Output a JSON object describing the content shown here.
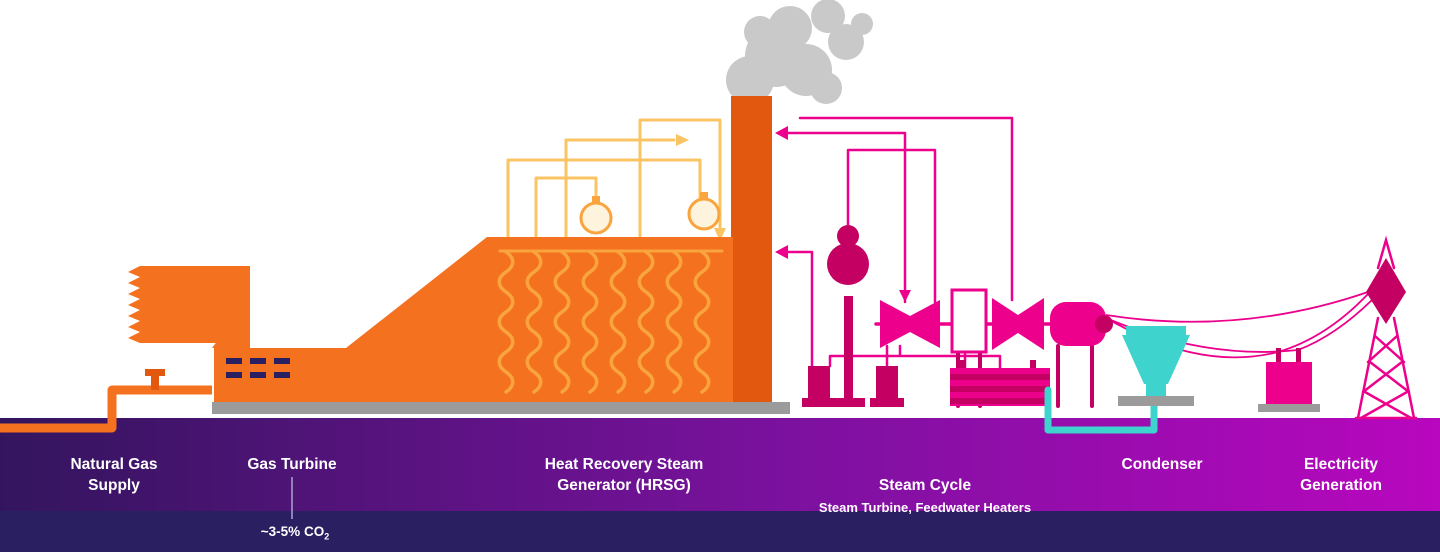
{
  "diagram": {
    "stages": [
      {
        "id": "natural-gas-supply",
        "label": "Natural Gas\nSupply"
      },
      {
        "id": "gas-turbine",
        "label": "Gas Turbine",
        "note_main": "~3-5% CO",
        "note_sub": "2"
      },
      {
        "id": "hrsg",
        "label": "Heat Recovery Steam\nGenerator (HRSG)"
      },
      {
        "id": "steam-cycle",
        "label": "Steam Cycle",
        "sublabel": "Steam Turbine, Feedwater Heaters"
      },
      {
        "id": "condenser",
        "label": "Condenser"
      },
      {
        "id": "electricity-generation",
        "label": "Electricity\nGeneration"
      }
    ]
  },
  "colors": {
    "orange": "#F4711F",
    "orange_dark": "#E2580E",
    "amber": "#F9A43C",
    "amber_light": "#FAC363",
    "cream": "#FEF3DC",
    "magenta": "#EC008C",
    "magenta_dark": "#C40063",
    "teal": "#3ED3CD",
    "smoke_gray": "#C9C9C9",
    "base_gray": "#9B9B9B",
    "band_left": "#33155E",
    "band_mid": "#7C119F",
    "band_right": "#B807BE",
    "footer": "#2A2061",
    "text": "#FFFFFF",
    "connector": "#9080C0"
  }
}
